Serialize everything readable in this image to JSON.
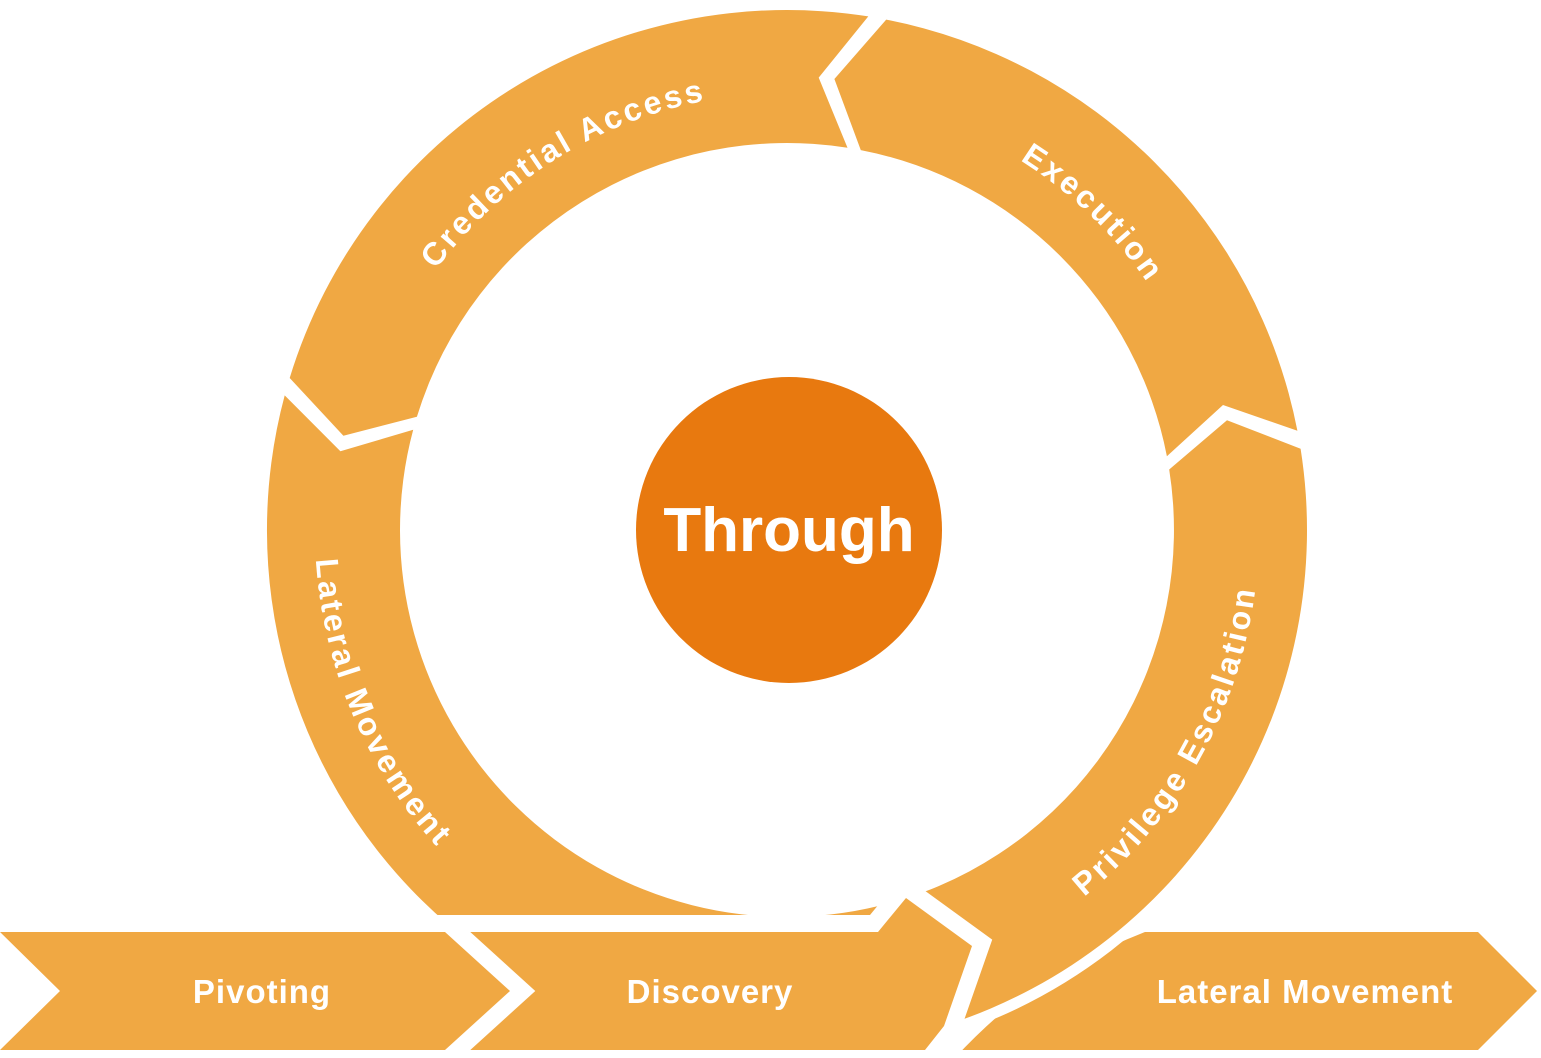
{
  "colors": {
    "ring": "#F0A843",
    "center_circle": "#E8790F",
    "label": "#FFFFFF",
    "background": "#FFFFFF"
  },
  "center": {
    "label": "Through"
  },
  "ring_segments": [
    {
      "id": "credential-access",
      "label": "Credential Access"
    },
    {
      "id": "execution",
      "label": "Execution"
    },
    {
      "id": "privilege-escalation",
      "label": "Privilege Escalation"
    },
    {
      "id": "lateral-movement",
      "label": "Lateral Movement"
    }
  ],
  "band_arrows": [
    {
      "id": "pivoting",
      "label": "Pivoting"
    },
    {
      "id": "discovery",
      "label": "Discovery"
    },
    {
      "id": "lateral-movement",
      "label": "Lateral Movement"
    }
  ]
}
